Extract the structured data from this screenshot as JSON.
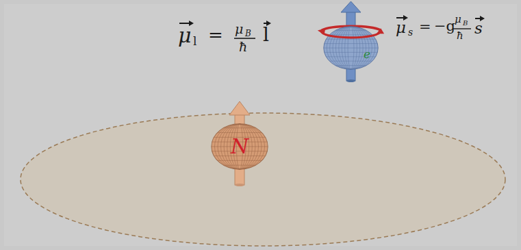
{
  "diagram": {
    "nodes": [
      {
        "text": [
          "e"
        ]
      },
      {
        "text": [
          "N"
        ]
      }
    ],
    "labels": [
      "μ",
      "l",
      "=",
      "μ",
      "B",
      "ħ",
      "l",
      "μ",
      "s",
      "=",
      "−g",
      "μ",
      "B",
      "ħ",
      "s"
    ]
  }
}
